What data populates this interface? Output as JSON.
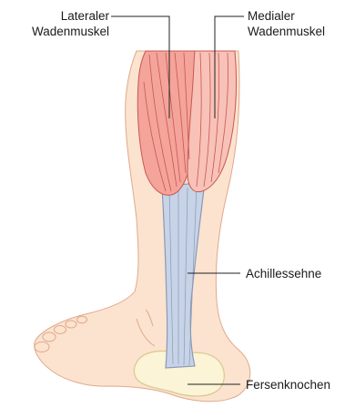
{
  "title": "",
  "labels": {
    "lateral_calf_muscle": {
      "line1": "Lateraler",
      "line2": "Wadenmuskel"
    },
    "medial_calf_muscle": {
      "line1": "Medialer",
      "line2": "Wadenmuskel"
    },
    "achilles_tendon": "Achillessehne",
    "heel_bone": "Fersenknochen"
  },
  "colors": {
    "skin": "#fbe3cf",
    "skin_outline": "#e1a98a",
    "muscle": "#f4a49b",
    "muscle_light": "#f8c2b8",
    "muscle_line": "#c8574f",
    "tendon": "#c7d3e6",
    "tendon_outline": "#8a99b8",
    "bone": "#fbf4d6",
    "bone_outline": "#d9c98f",
    "leader_line": "#222222"
  }
}
